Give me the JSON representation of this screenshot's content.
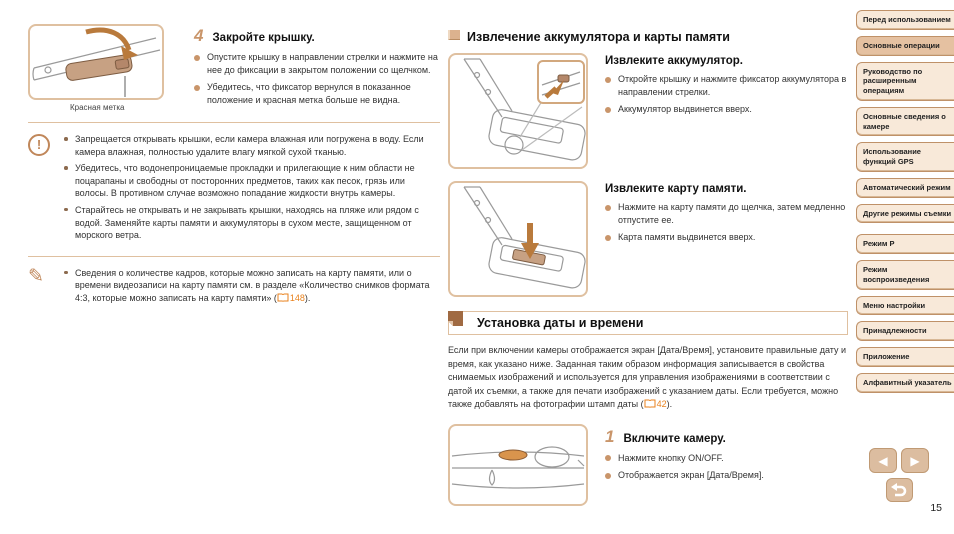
{
  "page": {
    "number": "15"
  },
  "colors": {
    "accent": "#c0875a",
    "bullet": "#c9956a",
    "link_orange": "#e8821e",
    "sidebar_bg": "#f8e9d9",
    "sidebar_active_bg": "#e5c1a1",
    "border_tan": "#dfc0a0"
  },
  "icons": {
    "warning": "!",
    "pencil": "✎",
    "prev": "◀",
    "next": "▶",
    "back": "return-arrow",
    "page_link": "open-book"
  },
  "left": {
    "figure_caption": "Красная метка",
    "step4": {
      "number": "4",
      "title": "Закройте крышку.",
      "bullets": [
        "Опустите крышку в направлении стрелки и нажмите на нее до фиксации в закрытом положении со щелчком.",
        "Убедитесь, что фиксатор вернулся в показанное положение и красная метка больше не видна."
      ]
    },
    "warning": {
      "bullets": [
        "Запрещается открывать крышки, если камера влажная или погружена в воду. Если камера влажная, полностью удалите влагу мягкой сухой тканью.",
        "Убедитесь, что водонепроницаемые прокладки и прилегающие к ним области не поцарапаны и свободны от посторонних предметов, таких как песок, грязь или волосы. В противном случае возможно попадание жидкости внутрь камеры.",
        "Старайтесь не открывать и не закрывать крышки, находясь на пляже или рядом с водой. Заменяйте карты памяти и аккумуляторы в сухом месте, защищенном от морского ветра."
      ]
    },
    "note": {
      "text_before": "Сведения о количестве кадров, которые можно записать на карту памяти, или о времени видеозаписи на карту памяти см. в разделе «Количество снимков формата 4:3, которые можно записать на карту памяти» (",
      "link_page": "148",
      "text_after": ")."
    }
  },
  "middle": {
    "section1": {
      "title": "Извлечение аккумулятора и карты памяти",
      "sub1": {
        "title": "Извлеките аккумулятор.",
        "bullets": [
          "Откройте крышку и нажмите фиксатор аккумулятора в направлении стрелки.",
          "Аккумулятор выдвинется вверх."
        ]
      },
      "sub2": {
        "title": "Извлеките карту памяти.",
        "bullets": [
          "Нажмите на карту памяти до щелчка, затем медленно отпустите ее.",
          "Карта памяти выдвинется вверх."
        ]
      }
    },
    "section2": {
      "title": "Установка даты и времени",
      "intro_before": "Если при включении камеры отображается экран [Дата/Время], установите правильные дату и время, как указано ниже. Заданная таким образом информация записывается в свойства снимаемых изображений и используется для управления изображениями в соответствии с датой их съемки, а также для печати изображений с указанием даты. Если требуется, можно также добавлять на фотографии штамп даты (",
      "intro_link_page": "42",
      "intro_after": ").",
      "step1": {
        "number": "1",
        "title": "Включите камеру.",
        "bullets": [
          "Нажмите кнопку ON/OFF.",
          "Отображается экран [Дата/Время]."
        ]
      }
    }
  },
  "sidebar": {
    "items": [
      {
        "label": "Перед использованием",
        "active": false
      },
      {
        "label": "Основные операции",
        "active": true
      },
      {
        "label": "Руководство по расширенным операциям",
        "active": false
      },
      {
        "label": "Основные сведения о камере",
        "active": false
      },
      {
        "label": "Использование функций GPS",
        "active": false
      },
      {
        "label": "Автоматический режим",
        "active": false
      },
      {
        "label": "Другие режимы съемки",
        "active": false
      },
      {
        "label": "Режим P",
        "active": false
      },
      {
        "label": "Режим воспроизведения",
        "active": false
      },
      {
        "label": "Меню настройки",
        "active": false
      },
      {
        "label": "Принадлежности",
        "active": false
      },
      {
        "label": "Приложение",
        "active": false
      },
      {
        "label": "Алфавитный указатель",
        "active": false
      }
    ]
  }
}
